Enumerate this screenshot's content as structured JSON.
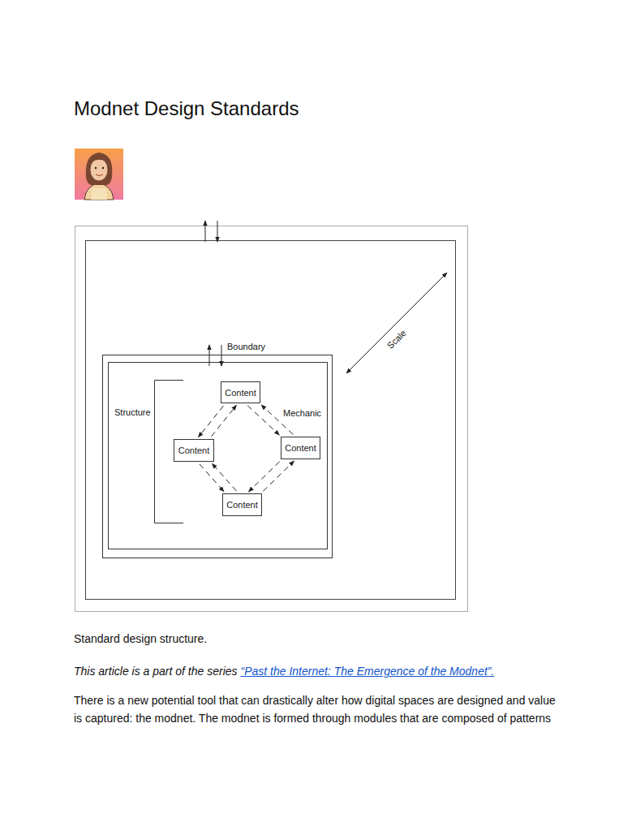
{
  "diagram": {
    "title": "Modnet Design Standards",
    "caption": "Standard design structure.",
    "nodes": [
      {
        "text": [
          "Content"
        ]
      },
      {
        "text": [
          "Content"
        ]
      },
      {
        "text": [
          "Content"
        ]
      },
      {
        "text": [
          "Content"
        ]
      }
    ],
    "edges": [
      {
        "from": 1,
        "to": 0,
        "arrow": "to"
      },
      {
        "from": 0,
        "to": 1,
        "arrow": "to"
      },
      {
        "from": 0,
        "to": 2,
        "arrow": "to"
      },
      {
        "from": 2,
        "to": 0,
        "arrow": "to"
      },
      {
        "from": 2,
        "to": 3,
        "arrow": "to"
      },
      {
        "from": 3,
        "to": 2,
        "arrow": "to"
      },
      {
        "from": 3,
        "to": 1,
        "arrow": "to"
      },
      {
        "from": 1,
        "to": 3,
        "arrow": "to"
      }
    ],
    "labels": [
      "Boundary",
      "Structure",
      "Mechanic",
      "Scale",
      "This article is a part of the series",
      "“Past the Internet: The Emergence of the Modnet”.",
      "There is a new potential tool that can drastically alter how digital spaces are designed and value is captured: the modnet. The modnet is formed through modules that are composed of patterns"
    ]
  }
}
